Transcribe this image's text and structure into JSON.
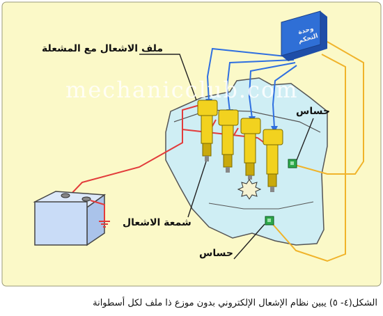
{
  "colors": {
    "background": "#ffffff",
    "panel": "#fbf9c8",
    "engine": "#cfeef4",
    "outline": "#555555",
    "coil": "#f2d21f",
    "coil_shadow": "#c9a90c",
    "ecu": "#2f6fd6",
    "signal_wire": "#2f6fe0",
    "sensor_wire": "#f0b32a",
    "power_wire": "#e23b3b",
    "battery": "#c9dcf7",
    "sensor": "#2ea84a"
  },
  "labels": {
    "coil_with_plug": "ملف الاشعال مع المشعلة",
    "sensor_top": "حساس",
    "spark_plug": "شمعة الاشعال",
    "sensor_bottom": "حساس",
    "ecu": "وحدة التحكم"
  },
  "watermark": "mechanicclub.com",
  "caption": "الشكل(٤- ٥) يبين نظام الإشعال الإلكتروني بدون موزع ذا ملف لكل أسطوانة",
  "icons": [
    "ignition-coil-icon",
    "battery-icon",
    "ground-symbol-icon",
    "sensor-icon",
    "ecu-module-icon",
    "spark-burst-icon"
  ]
}
